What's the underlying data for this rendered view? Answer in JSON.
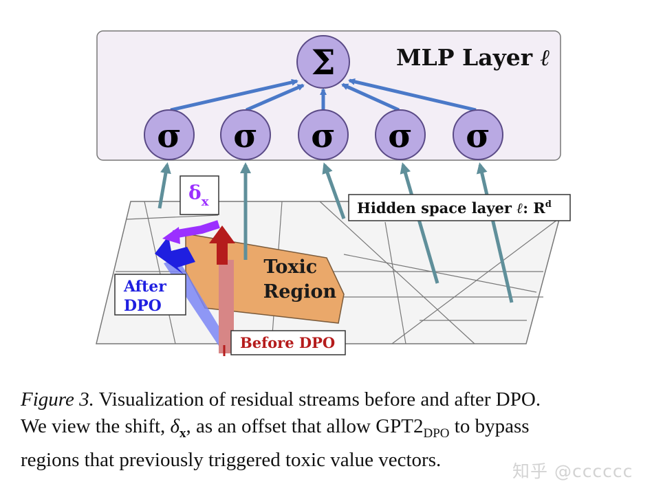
{
  "diagram": {
    "mlp_label": "MLP Layer ",
    "mlp_ell": "ℓ",
    "sum_symbol": "Σ",
    "neuron_symbol": "σ",
    "neurons": [
      "σ",
      "σ",
      "σ",
      "σ",
      "σ"
    ],
    "hidden_label": "Hidden space layer ",
    "hidden_ell": "ℓ",
    "hidden_space": ": R",
    "hidden_sup": "d",
    "delta_symbol": "δ",
    "delta_sub": "x",
    "toxic_line1": "Toxic",
    "toxic_line2": "Region",
    "after_line1": "After",
    "after_line2": "DPO",
    "before_label": "Before DPO",
    "colors": {
      "mlp_box": "#f3eef6",
      "node_fill": "#b9a9e3",
      "node_stroke": "#5a4a86",
      "arrow_blue": "#4a79c8",
      "teal": "#5f8f9a",
      "toxic": "#eaa86a",
      "after_blue": "#1f1fe0",
      "before_red": "#b51c1c",
      "delta_purple": "#9b30ff"
    }
  },
  "caption": {
    "figure_label": "Figure 3.",
    "text1": " Visualization of residual streams before and after DPO.",
    "text2": "We view the shift, ",
    "delta": "δ",
    "delta_sub": "x",
    "text3": ", as an offset that allow GPT2",
    "gpt_sub": "DPO",
    "text4": " to bypass",
    "text5": "regions that previously triggered toxic value vectors."
  },
  "watermark": "知乎 @cccccc"
}
